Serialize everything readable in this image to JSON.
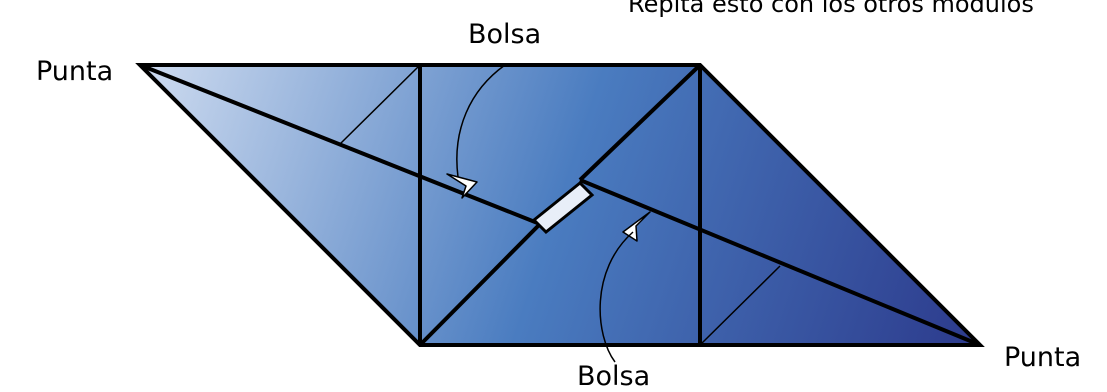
{
  "labels": {
    "instruction": "Repita esto con los otros módulos",
    "bolsa_top": "Bolsa",
    "bolsa_bottom": "Bolsa",
    "punta_left": "Punta",
    "punta_right": "Punta"
  },
  "colors": {
    "gradient_start": "#cfdcf0",
    "gradient_mid": "#4a7cc0",
    "gradient_end": "#2c3a8c",
    "stroke": "#000000",
    "pocket_fill": "#ffffff",
    "pocket_slit_fill": "#e8eef8"
  }
}
